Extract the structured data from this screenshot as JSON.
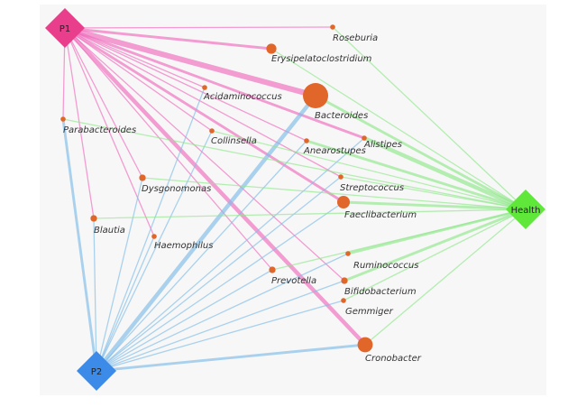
{
  "colors": {
    "p1": "#e83e8c",
    "p2": "#3d8be8",
    "health": "#5fe83a",
    "taxon": "#e0662a",
    "edge_p1": "#f06bbd",
    "edge_p2": "#7fbde8",
    "edge_health": "#8fe88a",
    "background": "#f7f7f7"
  },
  "hubs": [
    {
      "id": "P1",
      "label": "P1",
      "shape": "diamond",
      "color": "#e83e8c"
    },
    {
      "id": "P2",
      "label": "P2",
      "shape": "diamond",
      "color": "#3d8be8"
    },
    {
      "id": "Health",
      "label": "Health",
      "shape": "diamond",
      "color": "#5fe83a"
    }
  ],
  "taxa": [
    {
      "id": "Roseburia",
      "label": "Roseburia",
      "size": 1
    },
    {
      "id": "Erysipelatoclostridium",
      "label": "Erysipelatoclostridium",
      "size": 2
    },
    {
      "id": "Acidaminococcus",
      "label": "Acidaminococcus",
      "size": 1
    },
    {
      "id": "Bacteroides",
      "label": "Bacteroides",
      "size": 5
    },
    {
      "id": "Parabacteroides",
      "label": "Parabacteroides",
      "size": 1
    },
    {
      "id": "Collinsella",
      "label": "Collinsella",
      "size": 1
    },
    {
      "id": "Anearostupes",
      "label": "Anearostupes",
      "size": 1
    },
    {
      "id": "Alistipes",
      "label": "Alistipes",
      "size": 1
    },
    {
      "id": "Dysgonomonas",
      "label": "Dysgonomonas",
      "size": 1.3
    },
    {
      "id": "Streptococcus",
      "label": "Streptococcus",
      "size": 1
    },
    {
      "id": "Faeclibacterium",
      "label": "Faeclibacterium",
      "size": 2.5
    },
    {
      "id": "Blautia",
      "label": "Blautia",
      "size": 1.3
    },
    {
      "id": "Haemophilus",
      "label": "Haemophilus",
      "size": 1
    },
    {
      "id": "Ruminococcus",
      "label": "Ruminococcus",
      "size": 1
    },
    {
      "id": "Prevotella",
      "label": "Prevotella",
      "size": 1.3
    },
    {
      "id": "Bifidobacterium",
      "label": "Bifidobacterium",
      "size": 1.3
    },
    {
      "id": "Gemmiger",
      "label": "Gemmiger",
      "size": 1
    },
    {
      "id": "Cronobacter",
      "label": "Cronobacter",
      "size": 3
    }
  ],
  "edges": [
    {
      "from": "P1",
      "to": "Roseburia",
      "weight": 1
    },
    {
      "from": "P1",
      "to": "Erysipelatoclostridium",
      "weight": 2
    },
    {
      "from": "P1",
      "to": "Acidaminococcus",
      "weight": 1
    },
    {
      "from": "P1",
      "to": "Bacteroides",
      "weight": 4
    },
    {
      "from": "P1",
      "to": "Parabacteroides",
      "weight": 1
    },
    {
      "from": "P1",
      "to": "Collinsella",
      "weight": 1
    },
    {
      "from": "P1",
      "to": "Anearostupes",
      "weight": 1
    },
    {
      "from": "P1",
      "to": "Alistipes",
      "weight": 2
    },
    {
      "from": "P1",
      "to": "Dysgonomonas",
      "weight": 1
    },
    {
      "from": "P1",
      "to": "Streptococcus",
      "weight": 1
    },
    {
      "from": "P1",
      "to": "Faeclibacterium",
      "weight": 2
    },
    {
      "from": "P1",
      "to": "Blautia",
      "weight": 1
    },
    {
      "from": "P1",
      "to": "Haemophilus",
      "weight": 1
    },
    {
      "from": "P1",
      "to": "Prevotella",
      "weight": 1
    },
    {
      "from": "P1",
      "to": "Bifidobacterium",
      "weight": 1
    },
    {
      "from": "P1",
      "to": "Cronobacter",
      "weight": 3
    },
    {
      "from": "P2",
      "to": "Bacteroides",
      "weight": 3
    },
    {
      "from": "P2",
      "to": "Parabacteroides",
      "weight": 2
    },
    {
      "from": "P2",
      "to": "Blautia",
      "weight": 1
    },
    {
      "from": "P2",
      "to": "Dysgonomonas",
      "weight": 1
    },
    {
      "from": "P2",
      "to": "Acidaminococcus",
      "weight": 1
    },
    {
      "from": "P2",
      "to": "Collinsella",
      "weight": 1
    },
    {
      "from": "P2",
      "to": "Anearostupes",
      "weight": 1
    },
    {
      "from": "P2",
      "to": "Alistipes",
      "weight": 1
    },
    {
      "from": "P2",
      "to": "Haemophilus",
      "weight": 1
    },
    {
      "from": "P2",
      "to": "Streptococcus",
      "weight": 1
    },
    {
      "from": "P2",
      "to": "Faeclibacterium",
      "weight": 1
    },
    {
      "from": "P2",
      "to": "Ruminococcus",
      "weight": 1
    },
    {
      "from": "P2",
      "to": "Prevotella",
      "weight": 1
    },
    {
      "from": "P2",
      "to": "Bifidobacterium",
      "weight": 1
    },
    {
      "from": "P2",
      "to": "Gemmiger",
      "weight": 1
    },
    {
      "from": "P2",
      "to": "Cronobacter",
      "weight": 2
    },
    {
      "from": "Health",
      "to": "Roseburia",
      "weight": 1
    },
    {
      "from": "Health",
      "to": "Erysipelatoclostridium",
      "weight": 1
    },
    {
      "from": "Health",
      "to": "Bacteroides",
      "weight": 2
    },
    {
      "from": "Health",
      "to": "Parabacteroides",
      "weight": 1
    },
    {
      "from": "Health",
      "to": "Alistipes",
      "weight": 3
    },
    {
      "from": "Health",
      "to": "Anearostupes",
      "weight": 2
    },
    {
      "from": "Health",
      "to": "Collinsella",
      "weight": 1
    },
    {
      "from": "Health",
      "to": "Dysgonomonas",
      "weight": 1
    },
    {
      "from": "Health",
      "to": "Streptococcus",
      "weight": 1
    },
    {
      "from": "Health",
      "to": "Faeclibacterium",
      "weight": 2
    },
    {
      "from": "Health",
      "to": "Blautia",
      "weight": 1
    },
    {
      "from": "Health",
      "to": "Ruminococcus",
      "weight": 2
    },
    {
      "from": "Health",
      "to": "Prevotella",
      "weight": 1
    },
    {
      "from": "Health",
      "to": "Bifidobacterium",
      "weight": 2
    },
    {
      "from": "Health",
      "to": "Gemmiger",
      "weight": 1
    },
    {
      "from": "Health",
      "to": "Cronobacter",
      "weight": 1
    }
  ]
}
